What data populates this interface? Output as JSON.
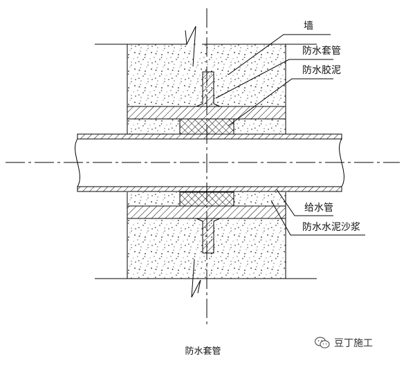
{
  "labels": {
    "wall": "墙",
    "sleeve": "防水套管",
    "sealant": "防水胶泥",
    "pipe": "给水管",
    "mortar": "防水水泥沙浆"
  },
  "caption": "防水套管",
  "watermark": {
    "text": "豆丁施工",
    "icon": "wechat-icon"
  }
}
